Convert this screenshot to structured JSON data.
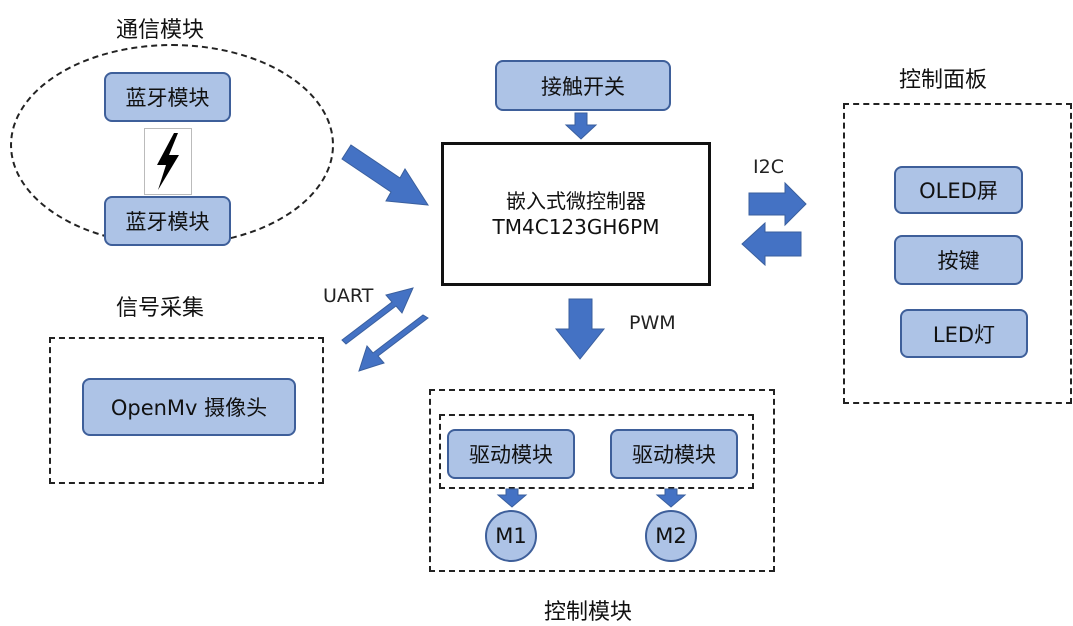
{
  "colors": {
    "box_fill": "#adc3e6",
    "box_border": "#3e5f9a",
    "arrow": "#4472c4"
  },
  "groups": {
    "comm_title": "通信模块",
    "signal_title": "信号采集",
    "panel_title": "控制面板",
    "control_title": "控制模块"
  },
  "comm": {
    "bt_top": "蓝牙模块",
    "bt_bottom": "蓝牙模块",
    "link_icon": "lightning-icon"
  },
  "top": {
    "contact_switch": "接触开关"
  },
  "mcu": {
    "line1": "嵌入式微控制器",
    "line2": "TM4C123GH6PM"
  },
  "links": {
    "i2c": "I2C",
    "uart": "UART",
    "pwm": "PWM"
  },
  "panel": {
    "oled": "OLED屏",
    "keys": "按键",
    "led": "LED灯"
  },
  "signal": {
    "camera": "OpenMv  摄像头"
  },
  "control": {
    "driver_left": "驱动模块",
    "driver_right": "驱动模块",
    "motor1": "M1",
    "motor2": "M2"
  }
}
